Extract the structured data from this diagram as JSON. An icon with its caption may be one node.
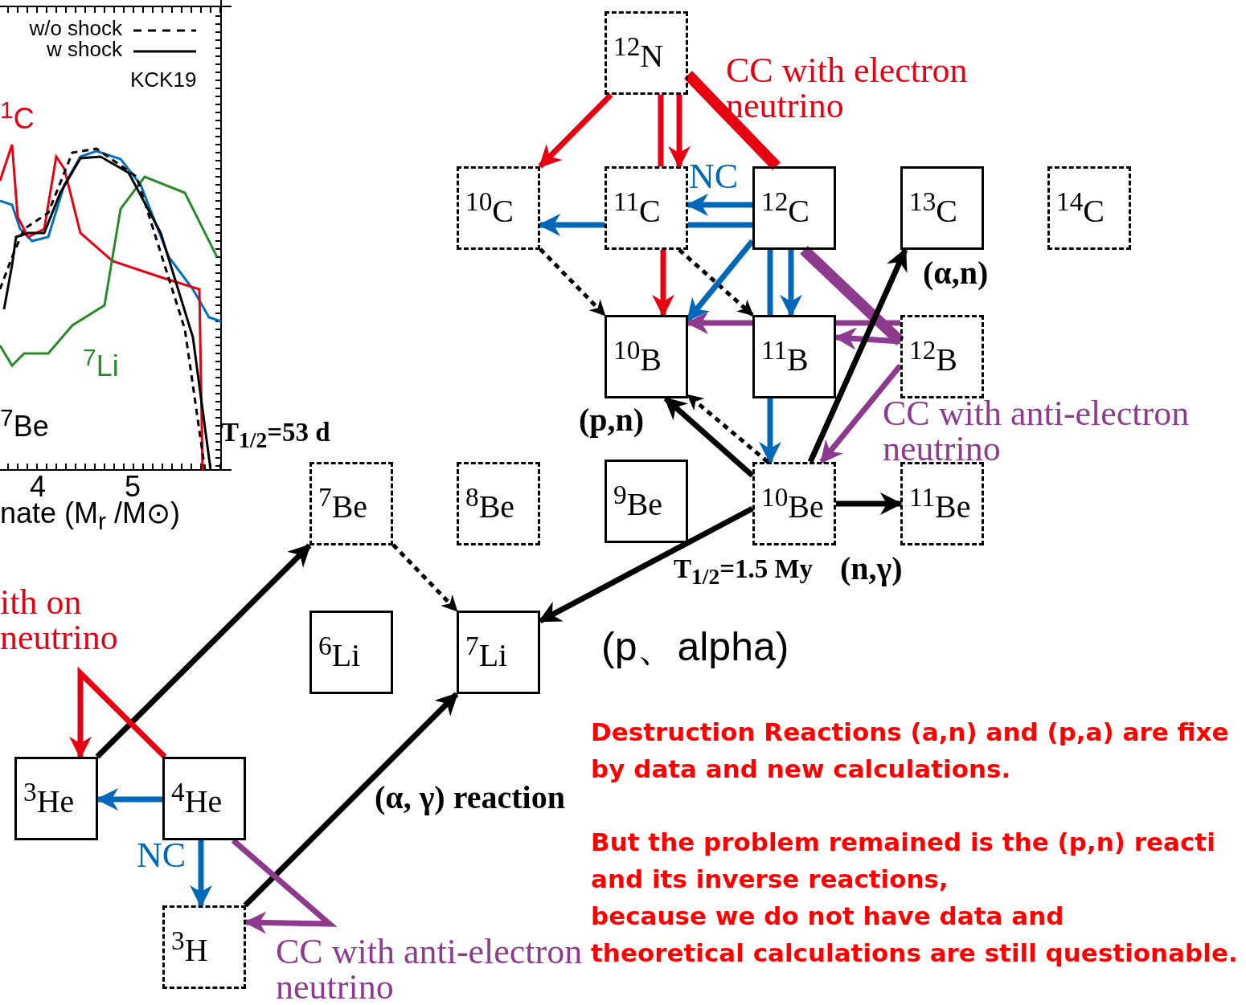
{
  "diagram": {
    "nodes": [
      {
        "text": [
          "$^{12}$N"
        ]
      },
      {
        "text": [
          "$^{10}$C"
        ]
      },
      {
        "text": [
          "$^{11}$C"
        ]
      },
      {
        "text": [
          "$^{12}$C"
        ]
      },
      {
        "text": [
          "$^{13}$C"
        ]
      },
      {
        "text": [
          "$^{14}$C"
        ]
      },
      {
        "text": [
          "$^{10}$B"
        ]
      },
      {
        "text": [
          "$^{11}$B"
        ]
      },
      {
        "text": [
          "$^{12}$B"
        ]
      },
      {
        "text": [
          "$^{7}$Be"
        ],
        "beside": [
          "T$_{1/2}$=53 d"
        ]
      },
      {
        "text": [
          "$^{8}$Be"
        ]
      },
      {
        "text": [
          "$^{9}$Be"
        ]
      },
      {
        "text": [
          "$^{10}$Be"
        ],
        "beside": [
          "T$_{1/2}$=1.5 My"
        ]
      },
      {
        "text": [
          "$^{11}$Be"
        ]
      },
      {
        "text": [
          "$^{6}$Li"
        ]
      },
      {
        "text": [
          "$^{7}$Li"
        ]
      },
      {
        "text": [
          "$^{3}$He"
        ]
      },
      {
        "text": [
          "$^{4}$He"
        ]
      },
      {
        "text": [
          "$^{3}$H"
        ]
      }
    ],
    "edges": [
      {
        "from": 3,
        "to": 0,
        "arrow": "none",
        "style": "thick",
        "color": "#e60012",
        "label": "CC with electron neutrino"
      },
      {
        "from": 0,
        "to": 1,
        "arrow": "to",
        "color": "#e60012"
      },
      {
        "from": 0,
        "to": 2,
        "arrow": "to",
        "color": "#e60012"
      },
      {
        "from": 0,
        "to": 2,
        "arrow": "none",
        "color": "#e60012"
      },
      {
        "from": 2,
        "to": 6,
        "arrow": "to",
        "color": "#e60012"
      },
      {
        "from": 3,
        "to": 2,
        "arrow": "to",
        "color": "#0068b7",
        "label": "NC"
      },
      {
        "from": 2,
        "to": 3,
        "arrow": "none",
        "color": "#0068b7"
      },
      {
        "from": 2,
        "to": 1,
        "arrow": "to",
        "color": "#0068b7"
      },
      {
        "from": 1,
        "to": 6,
        "arrow": "to",
        "style": "dashed"
      },
      {
        "from": 2,
        "to": 7,
        "arrow": "to",
        "style": "dashed"
      },
      {
        "from": 3,
        "to": 6,
        "arrow": "to",
        "color": "#0068b7"
      },
      {
        "from": 3,
        "to": 7,
        "arrow": "to",
        "color": "#0068b7"
      },
      {
        "from": 3,
        "to": 7,
        "arrow": "none",
        "color": "#0068b7"
      },
      {
        "from": 3,
        "to": 8,
        "arrow": "none",
        "style": "thick",
        "color": "#8e3a8e"
      },
      {
        "from": 7,
        "to": 6,
        "arrow": "to",
        "color": "#8e3a8e"
      },
      {
        "from": 7,
        "to": 8,
        "arrow": "none",
        "color": "#8e3a8e"
      },
      {
        "from": 8,
        "to": 7,
        "arrow": "to",
        "color": "#8e3a8e"
      },
      {
        "from": 8,
        "to": 12,
        "arrow": "to",
        "color": "#8e3a8e",
        "label": "CC with anti-electron neutrino"
      },
      {
        "from": 7,
        "to": 12,
        "arrow": "to",
        "color": "#0068b7"
      },
      {
        "from": 12,
        "to": 4,
        "arrow": "to",
        "label": "(α,n)"
      },
      {
        "from": 12,
        "to": 6,
        "arrow": "to",
        "label": "(p,n)"
      },
      {
        "from": 12,
        "to": 6,
        "arrow": "to",
        "style": "dashed"
      },
      {
        "from": 12,
        "to": 13,
        "arrow": "to",
        "label": "(n,γ)"
      },
      {
        "from": 12,
        "to": 15,
        "arrow": "to",
        "label": "(p、alpha)"
      },
      {
        "from": 9,
        "to": 15,
        "arrow": "to",
        "style": "dashed"
      },
      {
        "from": 16,
        "to": 9,
        "arrow": "to"
      },
      {
        "from": 18,
        "to": 15,
        "arrow": "to",
        "label": "(α, γ) reaction"
      },
      {
        "from": 17,
        "to": 16,
        "arrow": "to",
        "color": "#0068b7"
      },
      {
        "from": 17,
        "to": 18,
        "arrow": "to",
        "color": "#0068b7",
        "label": "NC"
      },
      {
        "from": 17,
        "to": 16,
        "arrow": "to",
        "color": "#e60012",
        "label": "ith on neutrino"
      },
      {
        "from": 17,
        "to": 18,
        "arrow": "to",
        "color": "#8e3a8e",
        "label": "CC with anti-electron neutrino"
      }
    ],
    "labels": [
      "KCK19",
      "$^{1}$C",
      "$^{7}$Li",
      "$^{7}$Be",
      "4",
      "5",
      "nate (M$_{r}$ /M⊙)",
      "Destruction Reactions (a,n) and (p,a) are fixe",
      "by data and new calculations.",
      "But the problem remained is the (p,n) reacti",
      "and its inverse reactions,",
      "because we do not have data and",
      "theoretical calculations are still questionable."
    ],
    "legend": [
      {
        "text": "w/o shock"
      },
      {
        "text": "w shock"
      }
    ]
  }
}
